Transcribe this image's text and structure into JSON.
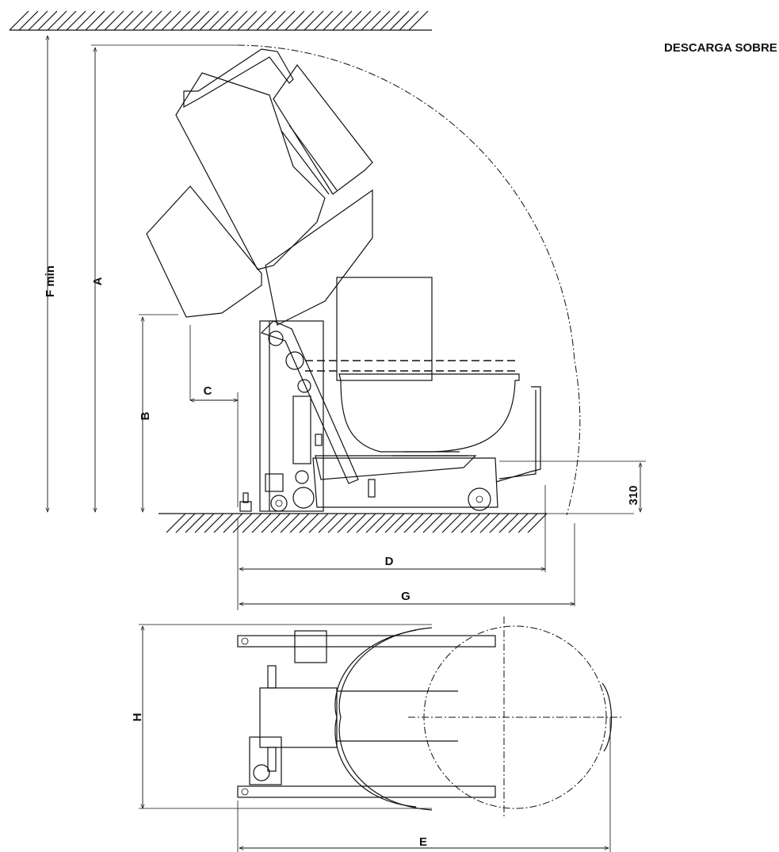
{
  "heading": "DESCARGA SOBRE BAN-",
  "dimensions": {
    "a": "A",
    "b": "B",
    "c": "C",
    "d": "D",
    "e": "E",
    "f": "F min",
    "g": "G",
    "h": "H",
    "low": "310"
  }
}
